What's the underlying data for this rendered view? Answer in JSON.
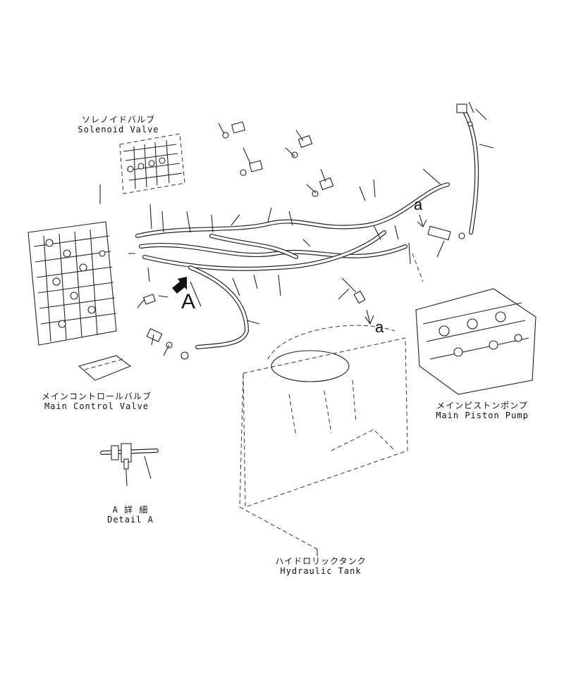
{
  "labels": {
    "solenoid_valve": {
      "jp": "ソレノイドバルブ",
      "en": "Solenoid Valve"
    },
    "main_control_valve": {
      "jp": "メインコントロールバルブ",
      "en": "Main Control Valve"
    },
    "main_piston_pump": {
      "jp": "メインピストンポンプ",
      "en": "Main Piston Pump"
    },
    "detail_a": {
      "jp": "A 詳 細",
      "en": "Detail A"
    },
    "hydraulic_tank": {
      "jp": "ハイドロリックタンク",
      "en": "Hydraulic Tank"
    }
  },
  "callouts": {
    "view_a": "A",
    "connect_a_top": "a",
    "connect_a_bottom": "a"
  },
  "icons": {
    "view_arrow": "arrow-icon",
    "part_dot": "circle-icon"
  }
}
